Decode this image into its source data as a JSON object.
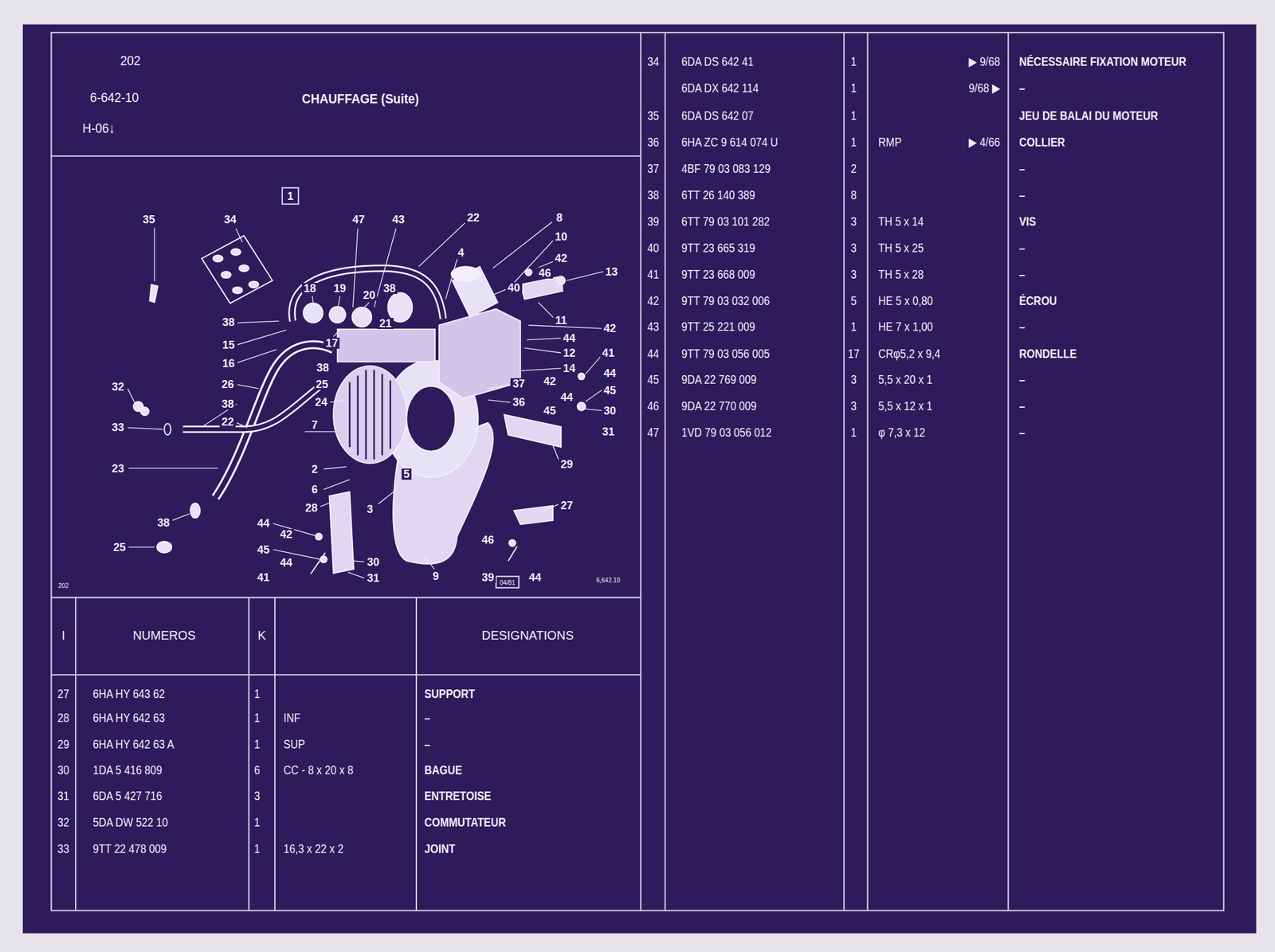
{
  "diagram": {
    "title": "CHAUFFAGE (Suite)",
    "nodes": [
      {
        "text": [
          "202",
          "6-642-10",
          "H-06↓"
        ]
      }
    ],
    "labels": [
      "35",
      "34",
      "47",
      "43",
      "22",
      "8",
      "10",
      "4",
      "42",
      "46",
      "13",
      "18",
      "19",
      "20",
      "38",
      "40",
      "38",
      "21",
      "11",
      "15",
      "17",
      "44",
      "42",
      "12",
      "41",
      "16",
      "14",
      "44",
      "38",
      "45",
      "37",
      "42",
      "25",
      "44",
      "32",
      "26",
      "36",
      "45",
      "30",
      "24",
      "38",
      "7",
      "31",
      "33",
      "22",
      "29",
      "23",
      "2",
      "5",
      "6",
      "28",
      "3",
      "27",
      "44",
      "42",
      "46",
      "45",
      "38",
      "25",
      "44",
      "30",
      "41",
      "31",
      "9",
      "39",
      "44",
      "1",
      "202",
      "04/81",
      "6,642.10",
      "I",
      "NUMEROS",
      "K",
      "DESIGNATIONS",
      "27",
      "6HA HY 643 62",
      "1",
      "SUPPORT",
      "28",
      "6HA HY 642 63",
      "1",
      "INF",
      "–",
      "29",
      "6HA HY 642 63 A",
      "1",
      "SUP",
      "–",
      "30",
      "1DA 5 416 809",
      "6",
      "CC - 8 x 20 x 8",
      "BAGUE",
      "31",
      "6DA 5 427 716",
      "3",
      "ENTRETOISE",
      "32",
      "5DA DW 522 10",
      "1",
      "COMMUTATEUR",
      "33",
      "9TT 22 478 009",
      "1",
      "16,3 x 22 x 2",
      "JOINT",
      "34",
      "6DA DS 642 41",
      "1",
      "▶ 9/68",
      "NÉCESSAIRE FIXATION MOTEUR",
      "6DA DX 642 114",
      "1",
      "9/68 ▶",
      "–",
      "35",
      "6DA DS 642 07",
      "1",
      "JEU DE BALAI DU MOTEUR",
      "36",
      "6HA ZC 9 614 074 U",
      "1",
      "RMP",
      "▶ 4/66",
      "COLLIER",
      "37",
      "4BF 79 03 083 129",
      "2",
      "–",
      "38",
      "6TT 26 140 389",
      "8",
      "–",
      "39",
      "6TT 79 03 101 282",
      "3",
      "TH 5 x 14",
      "VIS",
      "40",
      "9TT 23 665 319",
      "3",
      "TH 5 x 25",
      "–",
      "41",
      "9TT 23 668 009",
      "3",
      "TH 5 x 28",
      "–",
      "42",
      "9TT 79 03 032 006",
      "5",
      "HE 5 x 0,80",
      "ÉCROU",
      "43",
      "9TT 25 221 009",
      "1",
      "HE 7 x 1,00",
      "–",
      "44",
      "9TT 79 03 056 005",
      "17",
      "CRφ5,2 x 9,4",
      "RONDELLE",
      "45",
      "9DA 22 769 009",
      "3",
      "5,5 x 20 x 1",
      "–",
      "46",
      "9DA 22 770 009",
      "3",
      "5,5 x 12 x 1",
      "–",
      "47",
      "1VD 79 03 056 012",
      "1",
      "φ 7,3 x 12",
      "–"
    ]
  }
}
